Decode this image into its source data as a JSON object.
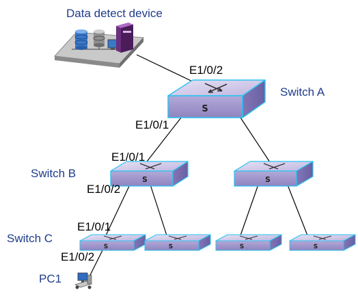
{
  "labels": {
    "data_detect_device": "Data detect device",
    "switch_a": "Switch A",
    "switch_b": "Switch B",
    "switch_c": "Switch C",
    "pc1": "PC1"
  },
  "ports": {
    "a_up": "E1/0/2",
    "a_down": "E1/0/1",
    "b_up": "E1/0/1",
    "b_down": "E1/0/2",
    "c_up": "E1/0/1",
    "c_down": "E1/0/2"
  },
  "colors": {
    "switch_top": "#d8d2ec",
    "switch_front": "#a99fcf",
    "switch_side": "#7d72b0",
    "switch_border": "#29c4f0",
    "label_blue": "#1f3c8c",
    "line": "#000000"
  }
}
